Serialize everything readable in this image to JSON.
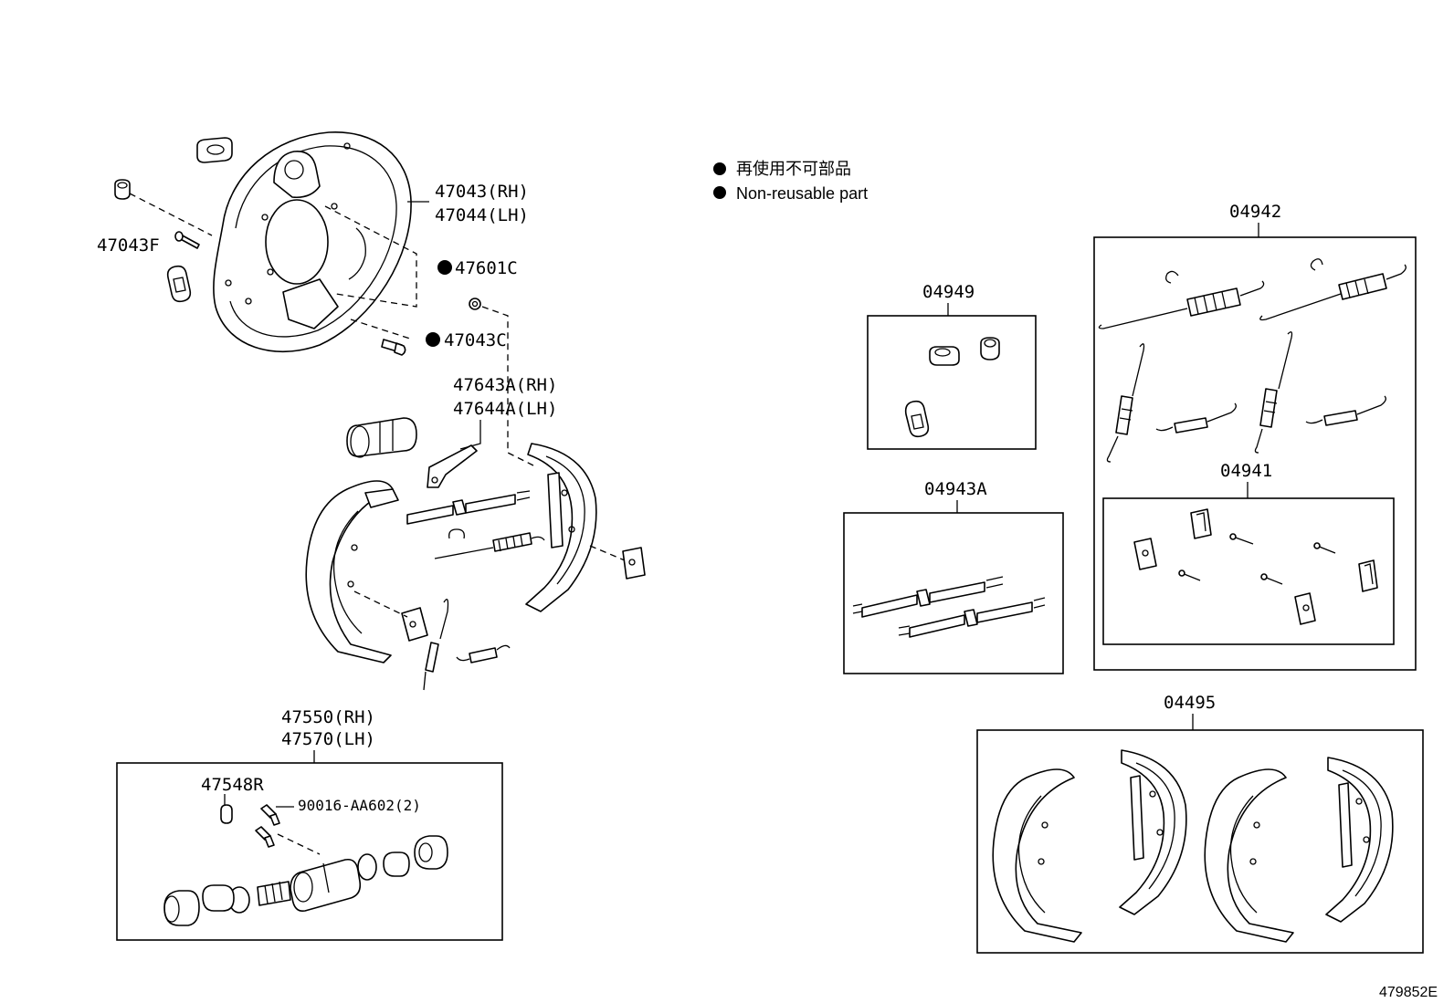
{
  "legend": {
    "jp": "再使用不可部品",
    "en": "Non-reusable part"
  },
  "labels": {
    "p47043rh": "47043(RH)",
    "p47044lh": "47044(LH)",
    "p47043f": "47043F",
    "p47601c": "47601C",
    "p47043c": "47043C",
    "p47643a": "47643A(RH)",
    "p47644a": "47644A(LH)",
    "p47550": "47550(RH)",
    "p47570": "47570(LH)",
    "p47548r": "47548R",
    "p90016": "90016-AA602(2)",
    "k04949": "04949",
    "k04942": "04942",
    "k04941": "04941",
    "k04943a": "04943A",
    "k04495": "04495"
  },
  "non_reusable_marker": "●",
  "reference_number": "479852E"
}
